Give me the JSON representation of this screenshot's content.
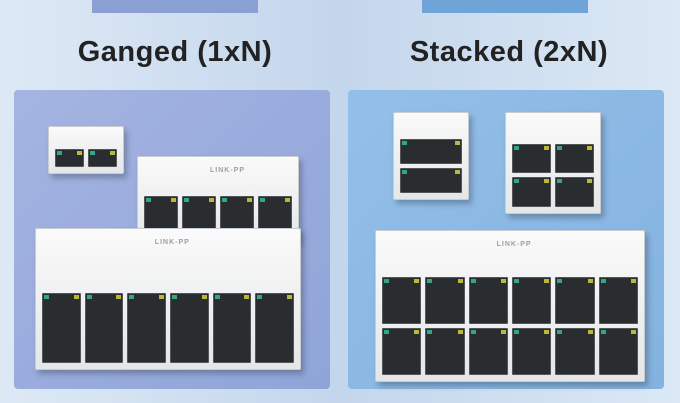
{
  "headings": {
    "ganged": "Ganged (1xN)",
    "stacked": "Stacked (2xN)"
  },
  "brand_logo": "LINK-PP",
  "colors": {
    "ganged_accent": "#8aa0d4",
    "stacked_accent": "#6fa4d9",
    "title": "#222222"
  },
  "ganged_products": [
    {
      "rows": 1,
      "cols": 2
    },
    {
      "rows": 1,
      "cols": 4
    },
    {
      "rows": 1,
      "cols": 6
    }
  ],
  "stacked_products": [
    {
      "rows": 2,
      "cols": 1
    },
    {
      "rows": 2,
      "cols": 2
    },
    {
      "rows": 2,
      "cols": 6
    }
  ]
}
